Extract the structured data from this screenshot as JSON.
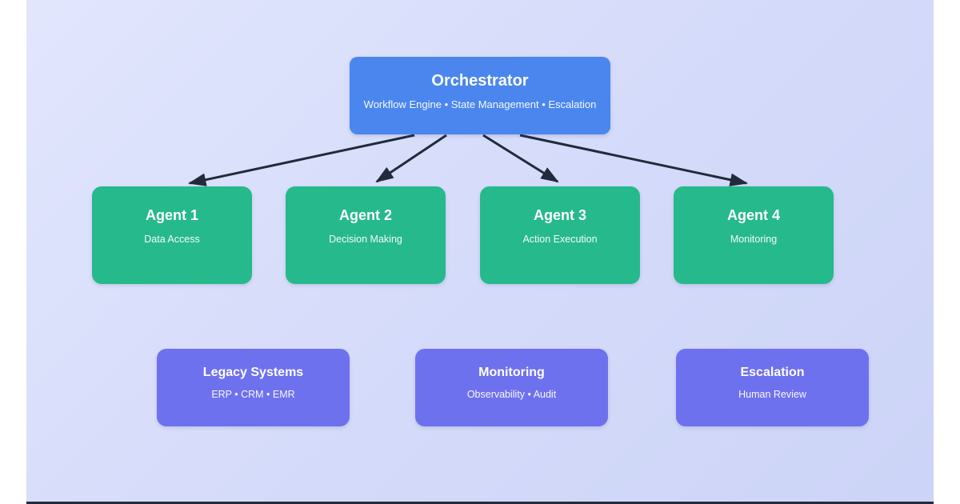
{
  "orchestrator": {
    "title": "Orchestrator",
    "subtitle": "Workflow Engine • State Management • Escalation"
  },
  "agents": [
    {
      "title": "Agent 1",
      "subtitle": "Data Access"
    },
    {
      "title": "Agent 2",
      "subtitle": "Decision Making"
    },
    {
      "title": "Agent 3",
      "subtitle": "Action Execution"
    },
    {
      "title": "Agent 4",
      "subtitle": "Monitoring"
    }
  ],
  "systems": [
    {
      "title": "Legacy Systems",
      "subtitle": "ERP • CRM • EMR"
    },
    {
      "title": "Monitoring",
      "subtitle": "Observability • Audit"
    },
    {
      "title": "Escalation",
      "subtitle": "Human Review"
    }
  ],
  "colors": {
    "orchestrator_box": "#4a86ee",
    "agent_box": "#26b98b",
    "system_box": "#6e71ee",
    "arrow": "#202b3b",
    "background_top": "#e2e6fd",
    "background_bottom": "#ccd4f7",
    "bottom_edge": "#222c3d"
  }
}
